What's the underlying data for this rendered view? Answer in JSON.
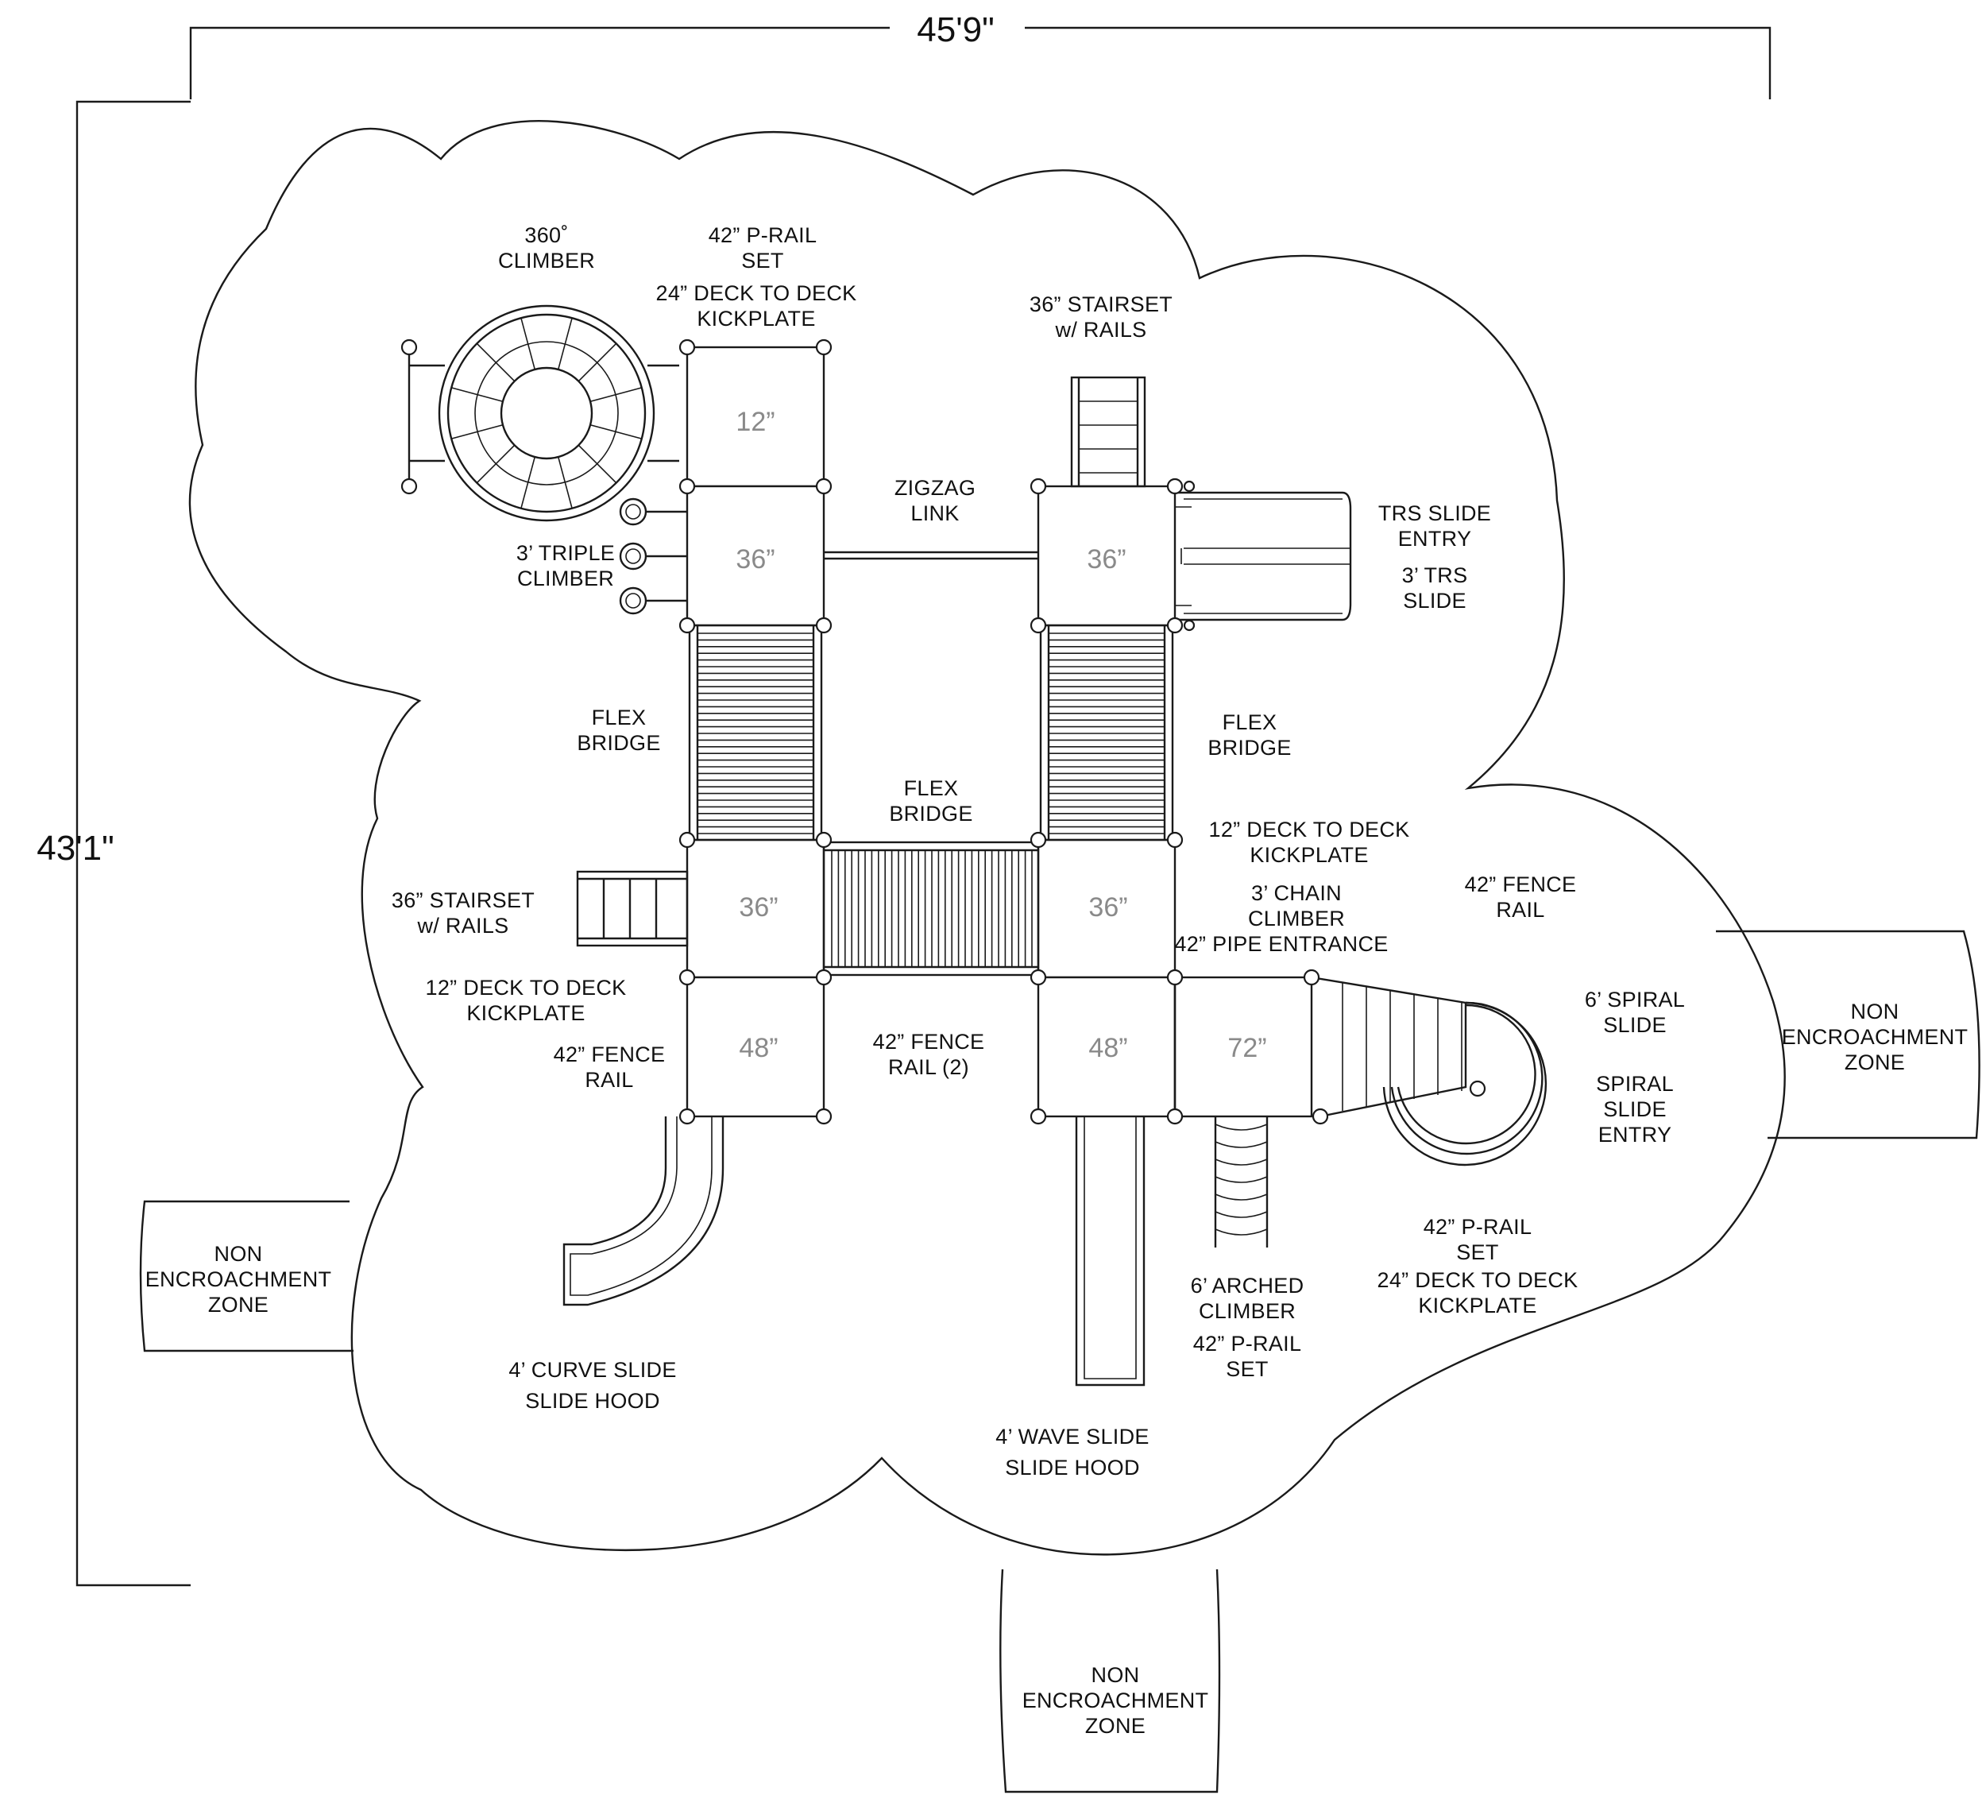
{
  "dimensions": {
    "width": "45'9\"",
    "height": "43'1\""
  },
  "deck_heights": {
    "d12": "12”",
    "d36_top_left": "36”",
    "d36_top_right": "36”",
    "d36_mid_left": "36”",
    "d36_mid_right": "36”",
    "d48_left": "48”",
    "d48_right": "48”",
    "d72": "72”"
  },
  "labels": {
    "climber360": [
      "360˚",
      "CLIMBER"
    ],
    "prail_set_top": [
      "42” P-RAIL",
      "SET"
    ],
    "kickplate24_top": [
      "24” DECK TO DECK",
      "KICKPLATE"
    ],
    "stairset_top": [
      "36” STAIRSET",
      "w/ RAILS"
    ],
    "zigzag": [
      "ZIGZAG",
      "LINK"
    ],
    "trs_entry": [
      "TRS SLIDE",
      "ENTRY"
    ],
    "trs_slide": [
      "3’ TRS",
      "SLIDE"
    ],
    "triple_climber": [
      "3’ TRIPLE",
      "CLIMBER"
    ],
    "flex_left": [
      "FLEX",
      "BRIDGE"
    ],
    "flex_right": [
      "FLEX",
      "BRIDGE"
    ],
    "flex_mid": [
      "FLEX",
      "BRIDGE"
    ],
    "kickplate12_right": [
      "12” DECK TO DECK",
      "KICKPLATE"
    ],
    "chain_climber": [
      "3’ CHAIN",
      "CLIMBER"
    ],
    "pipe_entrance": [
      "42” PIPE ENTRANCE"
    ],
    "fence_rail_right": [
      "42” FENCE",
      "RAIL"
    ],
    "stairset_left": [
      "36” STAIRSET",
      "w/ RAILS"
    ],
    "kickplate12_left": [
      "12” DECK TO DECK",
      "KICKPLATE"
    ],
    "fence_rail_left": [
      "42” FENCE",
      "RAIL"
    ],
    "fence_rail_2": [
      "42” FENCE",
      "RAIL (2)"
    ],
    "spiral_slide": [
      "6’ SPIRAL",
      "SLIDE"
    ],
    "spiral_entry": [
      "SPIRAL",
      "SLIDE",
      "ENTRY"
    ],
    "nez_right": [
      "NON",
      "ENCROACHMENT",
      "ZONE"
    ],
    "nez_left": [
      "NON",
      "ENCROACHMENT",
      "ZONE"
    ],
    "nez_bottom": [
      "NON",
      "ENCROACHMENT",
      "ZONE"
    ],
    "prail_set_bottom_right": [
      "42” P-RAIL",
      "SET"
    ],
    "kickplate24_bottom": [
      "24” DECK TO DECK",
      "KICKPLATE"
    ],
    "arched_climber": [
      "6’ ARCHED",
      "CLIMBER"
    ],
    "prail_set_bottom": [
      "42” P-RAIL",
      "SET"
    ],
    "curve_slide": [
      "4’ CURVE SLIDE"
    ],
    "curve_hood": [
      "SLIDE HOOD"
    ],
    "wave_slide": [
      "4’ WAVE SLIDE"
    ],
    "wave_hood": [
      "SLIDE HOOD"
    ]
  }
}
